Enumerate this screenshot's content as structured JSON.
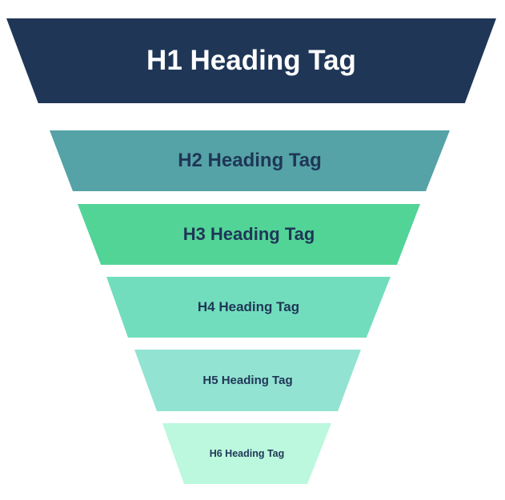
{
  "diagram": {
    "type": "funnel",
    "levels": [
      {
        "label": "H1 Heading Tag",
        "fill": "#1f3657",
        "text_color": "#ffffff"
      },
      {
        "label": "H2 Heading Tag",
        "fill": "#55a3a6",
        "text_color": "#1f3657"
      },
      {
        "label": "H3 Heading Tag",
        "fill": "#52d497",
        "text_color": "#1f3657"
      },
      {
        "label": "H4 Heading Tag",
        "fill": "#72ddbd",
        "text_color": "#1f3657"
      },
      {
        "label": "H5 Heading Tag",
        "fill": "#92e3d2",
        "text_color": "#1f3657"
      },
      {
        "label": "H6 Heading Tag",
        "fill": "#bbf8dd",
        "text_color": "#1f3657"
      }
    ]
  }
}
